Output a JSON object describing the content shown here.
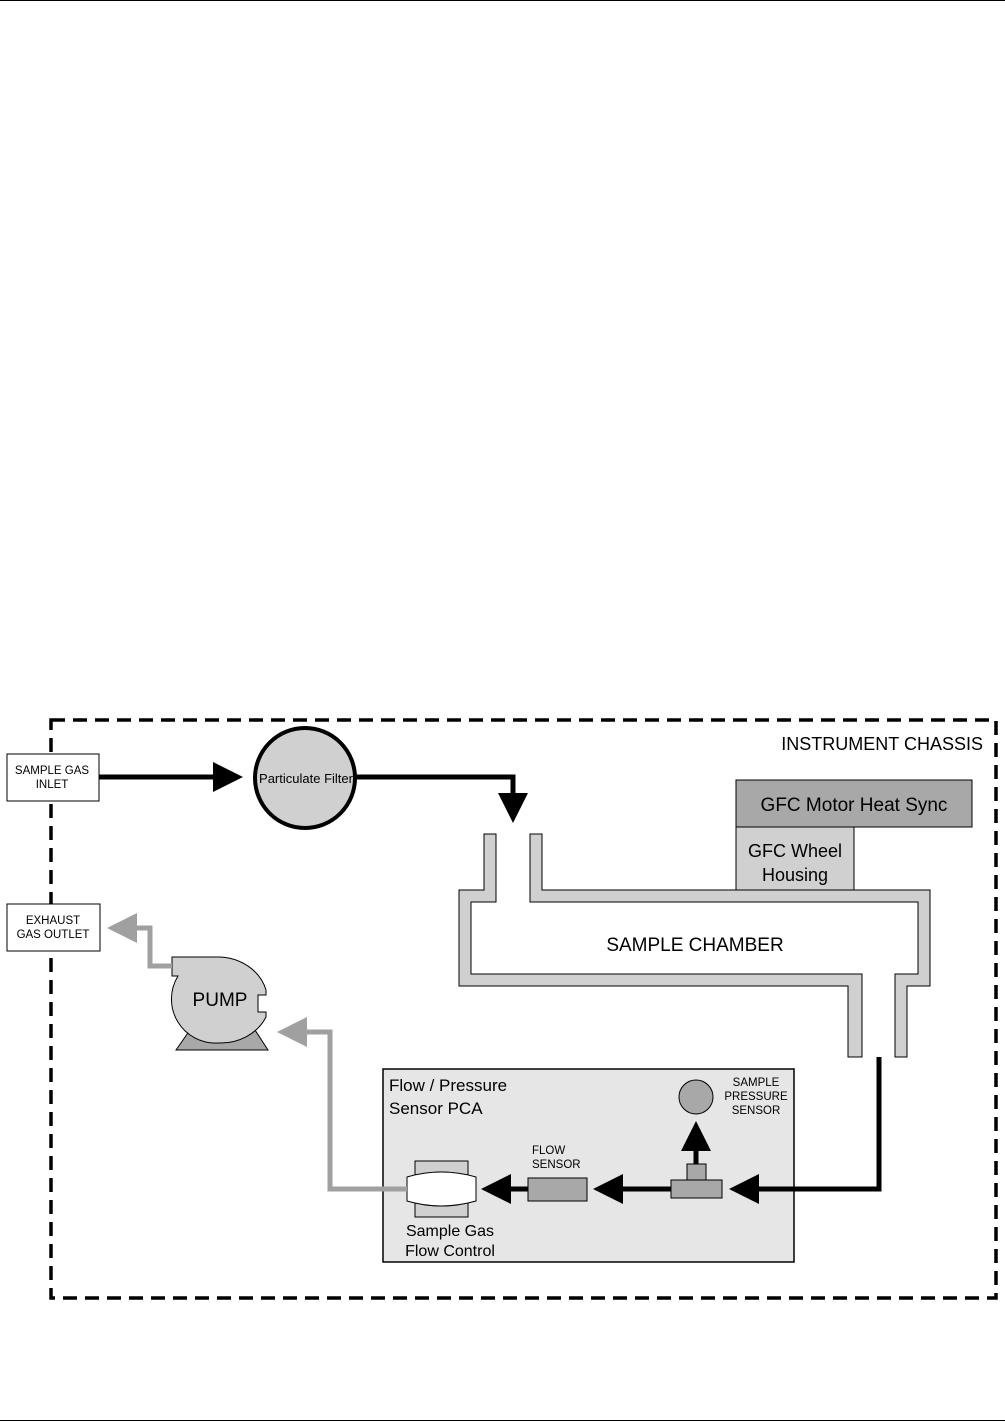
{
  "diagram": {
    "chassis_label": "INSTRUMENT CHASSIS",
    "sample_gas_inlet": [
      "SAMPLE GAS",
      "INLET"
    ],
    "exhaust_gas_outlet": [
      "EXHAUST",
      "GAS OUTLET"
    ],
    "particulate_filter": "Particulate Filter",
    "pump": "PUMP",
    "gfc_motor_heat_sync": "GFC Motor Heat Sync",
    "gfc_wheel_housing": [
      "GFC Wheel",
      "Housing"
    ],
    "sample_chamber": "SAMPLE CHAMBER",
    "pca_title": [
      "Flow / Pressure",
      "Sensor PCA"
    ],
    "flow_sensor": [
      "FLOW",
      "SENSOR"
    ],
    "sample_pressure_sensor": [
      "SAMPLE",
      "PRESSURE",
      "SENSOR"
    ],
    "flow_control": [
      "Sample Gas",
      "Flow Control"
    ]
  },
  "colors": {
    "line_black": "#000000",
    "line_gray": "#a0a0a0",
    "fill_light": "#d0d0d0",
    "fill_dark": "#a8a8a8",
    "pca_fill": "#e6e6e6"
  }
}
